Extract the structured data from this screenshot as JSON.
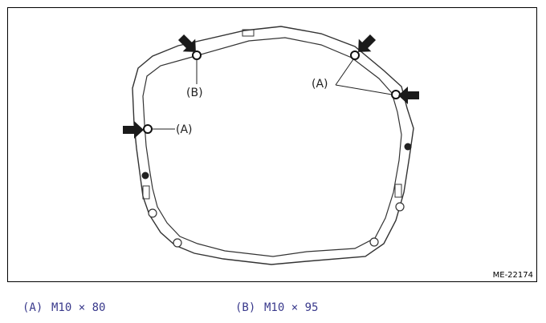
{
  "figure": {
    "id": "ME-22174",
    "callouts": {
      "a": "(A)",
      "b": "(B)"
    }
  },
  "legend": [
    {
      "code": "(A)",
      "text": "M10 × 80"
    },
    {
      "code": "(B)",
      "text": "M10 × 95"
    }
  ],
  "colors": {
    "line": "#333333",
    "legend_text": "#3a3a8c",
    "arrow": "#1a1a1a"
  }
}
